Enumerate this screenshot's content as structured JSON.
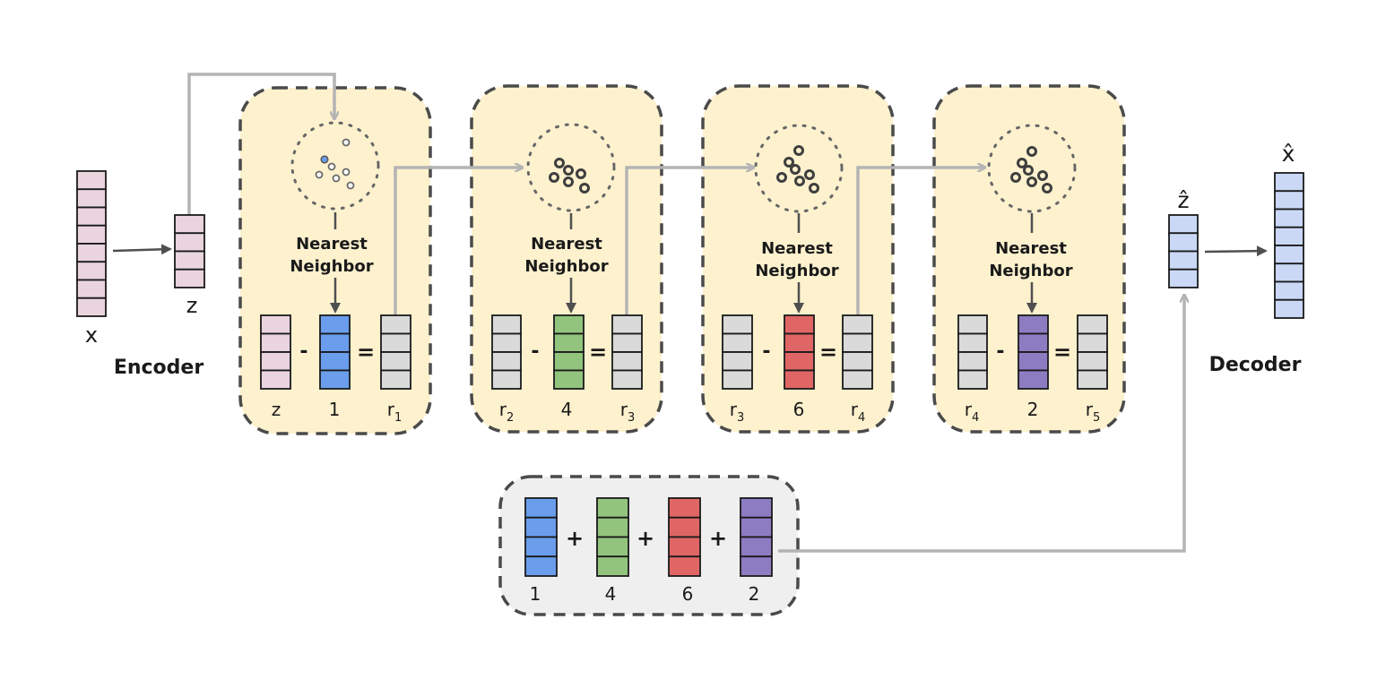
{
  "encoder": {
    "label": "Encoder",
    "input_label": "x",
    "latent_label": "z",
    "color": "#ead4de"
  },
  "decoder": {
    "label": "Decoder",
    "latent_label": "ẑ",
    "output_label": "x̂",
    "color": "#cad8f6"
  },
  "stages": [
    {
      "nn_label_line1": "Nearest",
      "nn_label_line2": "Neighbor",
      "minus": "-",
      "equals": "=",
      "input_label": "z",
      "input_color": "#ead4de",
      "code_label": "1",
      "code_color": "#6a9eec",
      "residual_label": "r",
      "residual_sub": "1"
    },
    {
      "nn_label_line1": "Nearest",
      "nn_label_line2": "Neighbor",
      "minus": "-",
      "equals": "=",
      "input_label": "r",
      "input_sub": "2",
      "input_color": "#dadada",
      "code_label": "4",
      "code_color": "#93c47d",
      "residual_label": "r",
      "residual_sub": "3"
    },
    {
      "nn_label_line1": "Nearest",
      "nn_label_line2": "Neighbor",
      "minus": "-",
      "equals": "=",
      "input_label": "r",
      "input_sub": "3",
      "input_color": "#dadada",
      "code_label": "6",
      "code_color": "#e06666",
      "residual_label": "r",
      "residual_sub": "4"
    },
    {
      "nn_label_line1": "Nearest",
      "nn_label_line2": "Neighbor",
      "minus": "-",
      "equals": "=",
      "input_label": "r",
      "input_sub": "4",
      "input_color": "#dadada",
      "code_label": "2",
      "code_color": "#8e7cc3",
      "residual_label": "r",
      "residual_sub": "5"
    }
  ],
  "sum": {
    "plus": "+",
    "codes": [
      {
        "label": "1",
        "color": "#6a9eec"
      },
      {
        "label": "4",
        "color": "#93c47d"
      },
      {
        "label": "6",
        "color": "#e06666"
      },
      {
        "label": "2",
        "color": "#8e7cc3"
      }
    ]
  },
  "colors": {
    "residual": "#dadada",
    "stage_fill": "#fdf1ce",
    "sum_fill": "#efefef",
    "flow_arrow": "#b4b4b4"
  }
}
